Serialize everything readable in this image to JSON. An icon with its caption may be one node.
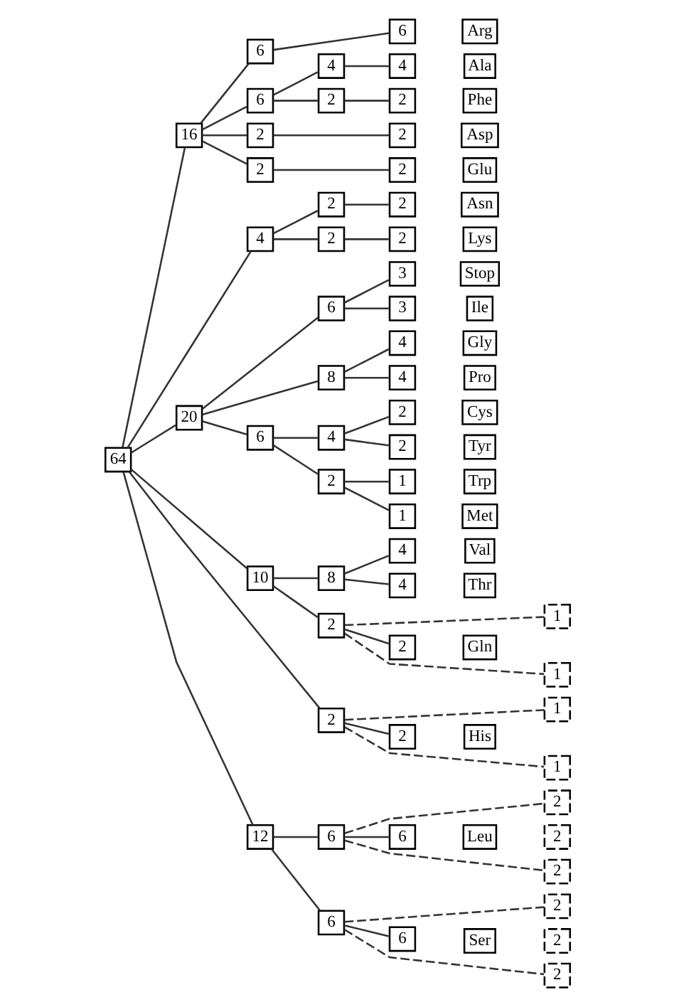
{
  "diagram": {
    "nodes": [
      {
        "text": [
          "64"
        ]
      },
      {
        "text": [
          "16"
        ]
      },
      {
        "text": [
          "6"
        ]
      },
      {
        "text": [
          "6"
        ]
      },
      {
        "text": [
          "Arg"
        ]
      },
      {
        "text": [
          "6"
        ]
      },
      {
        "text": [
          "4"
        ]
      },
      {
        "text": [
          "4"
        ]
      },
      {
        "text": [
          "Ala"
        ]
      },
      {
        "text": [
          "2"
        ]
      },
      {
        "text": [
          "2"
        ]
      },
      {
        "text": [
          "Phe"
        ]
      },
      {
        "text": [
          "2"
        ]
      },
      {
        "text": [
          "2"
        ]
      },
      {
        "text": [
          "Asp"
        ]
      },
      {
        "text": [
          "2"
        ]
      },
      {
        "text": [
          "2"
        ]
      },
      {
        "text": [
          "Glu"
        ]
      },
      {
        "text": [
          "4"
        ]
      },
      {
        "text": [
          "2"
        ]
      },
      {
        "text": [
          "2"
        ]
      },
      {
        "text": [
          "Asn"
        ]
      },
      {
        "text": [
          "2"
        ]
      },
      {
        "text": [
          "2"
        ]
      },
      {
        "text": [
          "Lys"
        ]
      },
      {
        "text": [
          "20"
        ]
      },
      {
        "text": [
          "6"
        ]
      },
      {
        "text": [
          "3"
        ]
      },
      {
        "text": [
          "Stop"
        ]
      },
      {
        "text": [
          "3"
        ]
      },
      {
        "text": [
          "Ile"
        ]
      },
      {
        "text": [
          "8"
        ]
      },
      {
        "text": [
          "4"
        ]
      },
      {
        "text": [
          "Gly"
        ]
      },
      {
        "text": [
          "4"
        ]
      },
      {
        "text": [
          "Pro"
        ]
      },
      {
        "text": [
          "6"
        ]
      },
      {
        "text": [
          "4"
        ]
      },
      {
        "text": [
          "2"
        ]
      },
      {
        "text": [
          "Cys"
        ]
      },
      {
        "text": [
          "2"
        ]
      },
      {
        "text": [
          "Tyr"
        ]
      },
      {
        "text": [
          "2"
        ]
      },
      {
        "text": [
          "1"
        ]
      },
      {
        "text": [
          "Trp"
        ]
      },
      {
        "text": [
          "1"
        ]
      },
      {
        "text": [
          "Met"
        ]
      },
      {
        "text": [
          "10"
        ]
      },
      {
        "text": [
          "8"
        ]
      },
      {
        "text": [
          "4"
        ]
      },
      {
        "text": [
          "Val"
        ]
      },
      {
        "text": [
          "4"
        ]
      },
      {
        "text": [
          "Thr"
        ]
      },
      {
        "text": [
          "2"
        ]
      },
      {
        "text": [
          "1"
        ]
      },
      {
        "text": [
          "2"
        ]
      },
      {
        "text": [
          "Gln"
        ]
      },
      {
        "text": [
          "1"
        ]
      },
      {
        "text": [
          "2"
        ]
      },
      {
        "text": [
          "1"
        ]
      },
      {
        "text": [
          "2"
        ]
      },
      {
        "text": [
          "His"
        ]
      },
      {
        "text": [
          "1"
        ]
      },
      {
        "text": [
          "12"
        ]
      },
      {
        "text": [
          "6"
        ]
      },
      {
        "text": [
          "2"
        ]
      },
      {
        "text": [
          "6"
        ]
      },
      {
        "text": [
          "Leu"
        ]
      },
      {
        "text": [
          "2"
        ]
      },
      {
        "text": [
          "2"
        ]
      },
      {
        "text": [
          "6"
        ]
      },
      {
        "text": [
          "2"
        ]
      },
      {
        "text": [
          "6"
        ]
      },
      {
        "text": [
          "Ser"
        ]
      },
      {
        "text": [
          "2"
        ]
      },
      {
        "text": [
          "2"
        ]
      }
    ],
    "edges": [
      {
        "from": 0,
        "to": 1,
        "arrow": "none"
      },
      {
        "from": 1,
        "to": 2,
        "arrow": "none"
      },
      {
        "from": 2,
        "to": 3,
        "arrow": "none"
      },
      {
        "from": 1,
        "to": 5,
        "arrow": "none"
      },
      {
        "from": 5,
        "to": 6,
        "arrow": "none"
      },
      {
        "from": 6,
        "to": 7,
        "arrow": "none"
      },
      {
        "from": 5,
        "to": 9,
        "arrow": "none"
      },
      {
        "from": 9,
        "to": 10,
        "arrow": "none"
      },
      {
        "from": 1,
        "to": 12,
        "arrow": "none"
      },
      {
        "from": 12,
        "to": 13,
        "arrow": "none"
      },
      {
        "from": 1,
        "to": 15,
        "arrow": "none"
      },
      {
        "from": 15,
        "to": 16,
        "arrow": "none"
      },
      {
        "from": 0,
        "to": 18,
        "arrow": "none"
      },
      {
        "from": 18,
        "to": 19,
        "arrow": "none"
      },
      {
        "from": 19,
        "to": 20,
        "arrow": "none"
      },
      {
        "from": 18,
        "to": 22,
        "arrow": "none"
      },
      {
        "from": 22,
        "to": 23,
        "arrow": "none"
      },
      {
        "from": 0,
        "to": 25,
        "arrow": "none"
      },
      {
        "from": 25,
        "to": 26,
        "arrow": "none"
      },
      {
        "from": 26,
        "to": 27,
        "arrow": "none"
      },
      {
        "from": 26,
        "to": 29,
        "arrow": "none"
      },
      {
        "from": 25,
        "to": 31,
        "arrow": "none"
      },
      {
        "from": 31,
        "to": 32,
        "arrow": "none"
      },
      {
        "from": 31,
        "to": 34,
        "arrow": "none"
      },
      {
        "from": 25,
        "to": 36,
        "arrow": "none"
      },
      {
        "from": 36,
        "to": 37,
        "arrow": "none"
      },
      {
        "from": 37,
        "to": 38,
        "arrow": "none"
      },
      {
        "from": 37,
        "to": 40,
        "arrow": "none"
      },
      {
        "from": 36,
        "to": 42,
        "arrow": "none"
      },
      {
        "from": 42,
        "to": 43,
        "arrow": "none"
      },
      {
        "from": 42,
        "to": 45,
        "arrow": "none"
      },
      {
        "from": 0,
        "to": 47,
        "arrow": "none"
      },
      {
        "from": 47,
        "to": 48,
        "arrow": "none"
      },
      {
        "from": 48,
        "to": 49,
        "arrow": "none"
      },
      {
        "from": 48,
        "to": 51,
        "arrow": "none"
      },
      {
        "from": 47,
        "to": 53,
        "arrow": "none"
      },
      {
        "from": 53,
        "to": 54,
        "arrow": "none",
        "style": "dashed"
      },
      {
        "from": 53,
        "to": 55,
        "arrow": "none"
      },
      {
        "from": 53,
        "to": 57,
        "arrow": "none",
        "style": "dashed"
      },
      {
        "from": 0,
        "to": 58,
        "arrow": "none"
      },
      {
        "from": 58,
        "to": 59,
        "arrow": "none",
        "style": "dashed"
      },
      {
        "from": 58,
        "to": 60,
        "arrow": "none"
      },
      {
        "from": 58,
        "to": 62,
        "arrow": "none",
        "style": "dashed"
      },
      {
        "from": 0,
        "to": 63,
        "arrow": "none"
      },
      {
        "from": 63,
        "to": 64,
        "arrow": "none"
      },
      {
        "from": 64,
        "to": 65,
        "arrow": "none",
        "style": "dashed"
      },
      {
        "from": 64,
        "to": 66,
        "arrow": "none"
      },
      {
        "from": 64,
        "to": 69,
        "arrow": "none",
        "style": "dashed"
      },
      {
        "from": 63,
        "to": 70,
        "arrow": "none"
      },
      {
        "from": 70,
        "to": 71,
        "arrow": "none",
        "style": "dashed"
      },
      {
        "from": 70,
        "to": 72,
        "arrow": "none"
      },
      {
        "from": 70,
        "to": 75,
        "arrow": "none",
        "style": "dashed"
      }
    ]
  }
}
